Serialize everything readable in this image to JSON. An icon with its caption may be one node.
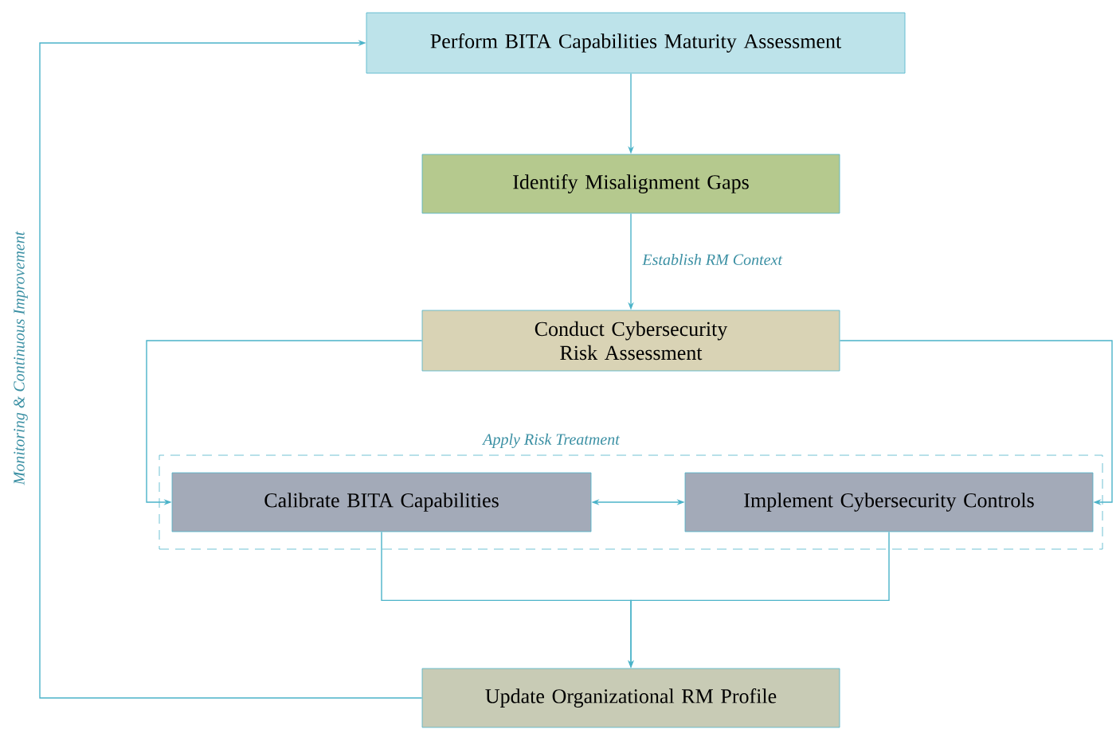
{
  "diagram": {
    "nodes": [
      {
        "text": [
          "Perform BITA Capabilities Maturity Assessment"
        ]
      },
      {
        "text": [
          "Identify Misalignment Gaps"
        ]
      },
      {
        "text": [
          "Conduct Cybersecurity Risk Assessment"
        ]
      },
      {
        "text": [
          "Apply Risk Treatment"
        ]
      },
      {
        "text": [
          "Calibrate BITA Capabilities"
        ],
        "in": 3
      },
      {
        "text": [
          "Implement Cybersecurity Controls"
        ],
        "in": 3
      },
      {
        "text": [
          "Update Organizational RM Profile"
        ]
      }
    ],
    "edges": [
      {
        "from": 0,
        "to": 1,
        "arrow": "to"
      },
      {
        "from": 1,
        "to": 2,
        "arrow": "to",
        "label": "Establish RM Context"
      },
      {
        "from": 2,
        "to": 4,
        "arrow": "to"
      },
      {
        "from": 2,
        "to": 5,
        "arrow": "to"
      },
      {
        "from": 4,
        "to": 5,
        "arrow": "both"
      },
      {
        "from": 4,
        "to": 6,
        "arrow": "to"
      },
      {
        "from": 5,
        "to": 6,
        "arrow": "to"
      },
      {
        "from": 6,
        "to": 0,
        "arrow": "to",
        "label": "Monitoring & Continuous Improvement"
      }
    ]
  }
}
